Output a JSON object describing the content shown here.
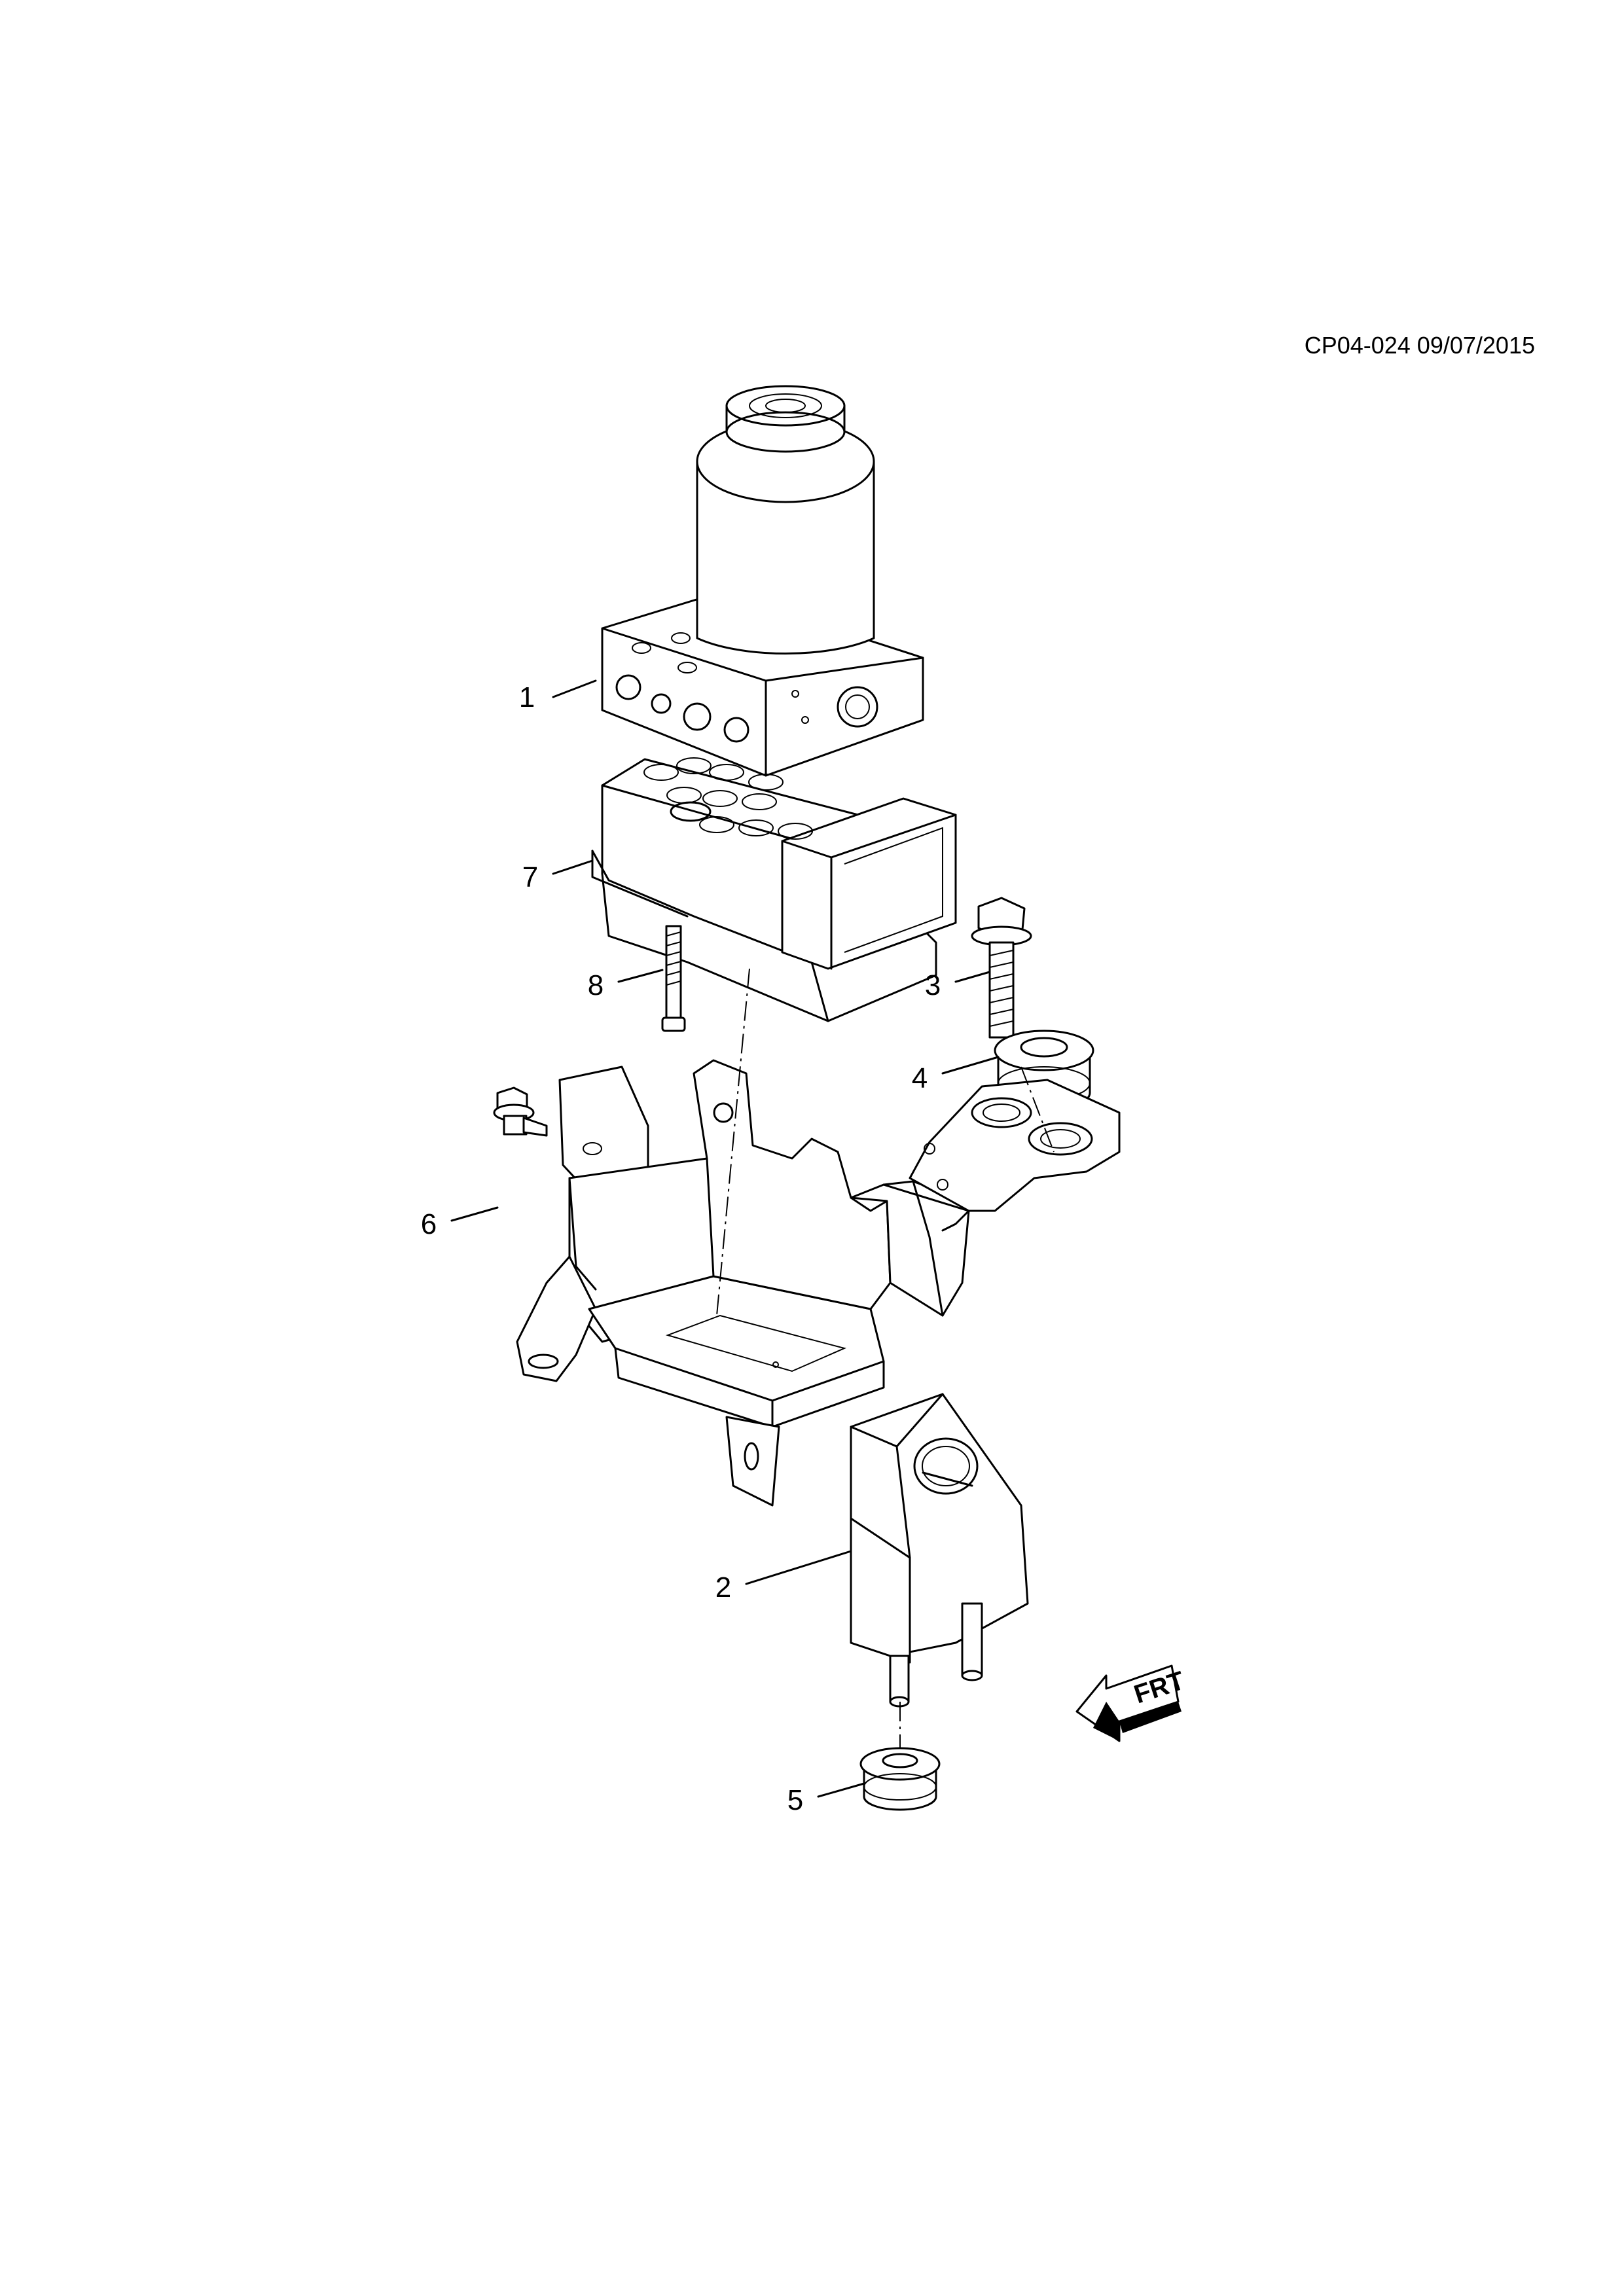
{
  "diagram": {
    "reference_code": "CP04-024 09/07/2015",
    "direction_marker": "FRT",
    "callouts": [
      {
        "id": "1",
        "label": "1"
      },
      {
        "id": "2",
        "label": "2"
      },
      {
        "id": "3",
        "label": "3"
      },
      {
        "id": "4",
        "label": "4"
      },
      {
        "id": "5",
        "label": "5"
      },
      {
        "id": "6",
        "label": "6"
      },
      {
        "id": "7",
        "label": "7"
      },
      {
        "id": "8",
        "label": "8"
      }
    ]
  }
}
